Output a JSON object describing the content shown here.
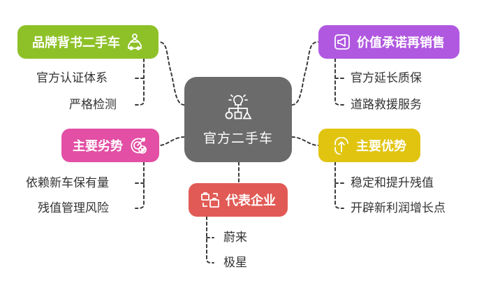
{
  "center": {
    "title": "官方二手车",
    "icon": "lightbulb-hierarchy-icon"
  },
  "branches": {
    "certified": {
      "title": "品牌背书二手车",
      "icon": "car-person-icon",
      "color": "#8ec128",
      "items": [
        "官方认证体系",
        "严格检测"
      ]
    },
    "value": {
      "title": "价值承诺再销售",
      "icon": "megaphone-icon",
      "color": "#b058e0",
      "items": [
        "官方延长质保",
        "道路救援服务"
      ]
    },
    "weakness": {
      "title": "主要劣势",
      "icon": "target-cross-icon",
      "color": "#e24fa4",
      "items": [
        "依赖新车保有量",
        "残值管理风险"
      ]
    },
    "strength": {
      "title": "主要优势",
      "icon": "arrow-up-person-icon",
      "color": "#e1c410",
      "items": [
        "稳定和提升残值",
        "开辟新利润增长点"
      ]
    },
    "companies": {
      "title": "代表企业",
      "icon": "briefcase-icon",
      "color": "#e25a55",
      "items": [
        "蔚来",
        "极星"
      ]
    }
  }
}
